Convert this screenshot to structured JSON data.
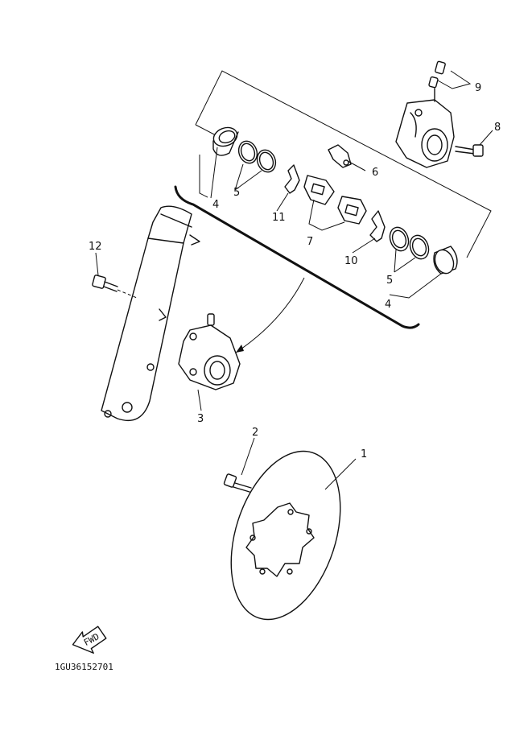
{
  "diagram": {
    "callouts": [
      {
        "id": "1",
        "text": "1"
      },
      {
        "id": "2",
        "text": "2"
      },
      {
        "id": "3",
        "text": "3"
      },
      {
        "id": "4a",
        "text": "4"
      },
      {
        "id": "4b",
        "text": "4"
      },
      {
        "id": "5a",
        "text": "5"
      },
      {
        "id": "5b",
        "text": "5"
      },
      {
        "id": "6",
        "text": "6"
      },
      {
        "id": "7",
        "text": "7"
      },
      {
        "id": "8",
        "text": "8"
      },
      {
        "id": "9",
        "text": "9"
      },
      {
        "id": "10",
        "text": "10"
      },
      {
        "id": "11",
        "text": "11"
      },
      {
        "id": "12",
        "text": "12"
      }
    ],
    "fwd_label": "FWD",
    "drawing_code": "1GU36152701"
  }
}
